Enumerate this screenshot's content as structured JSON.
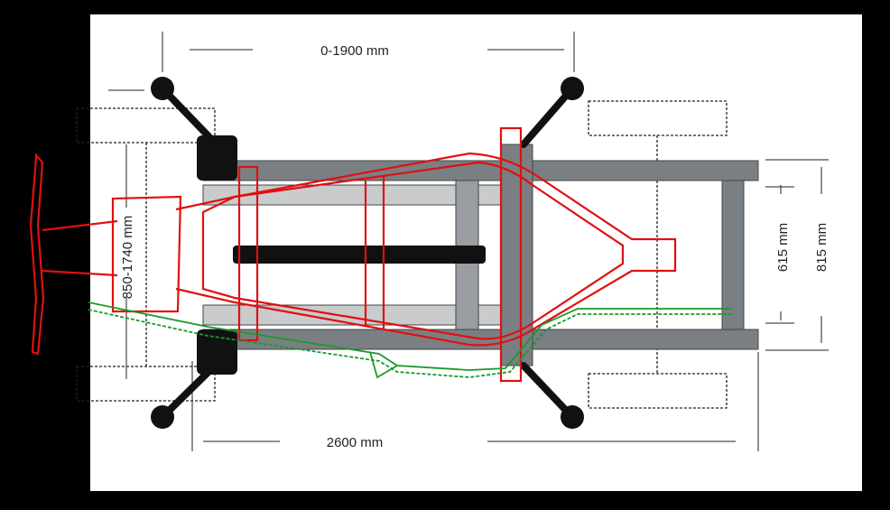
{
  "dimensions": {
    "top_width": "0-1900 mm",
    "bottom_length": "2600 mm",
    "left_range": "850-1740 mm",
    "inner_track": "615 mm",
    "outer_track": "815 mm"
  },
  "colors": {
    "background": "#ffffff",
    "frame": "#7a7f84",
    "overlay_red": "#e01010",
    "overlay_green": "#1a9a2a"
  }
}
